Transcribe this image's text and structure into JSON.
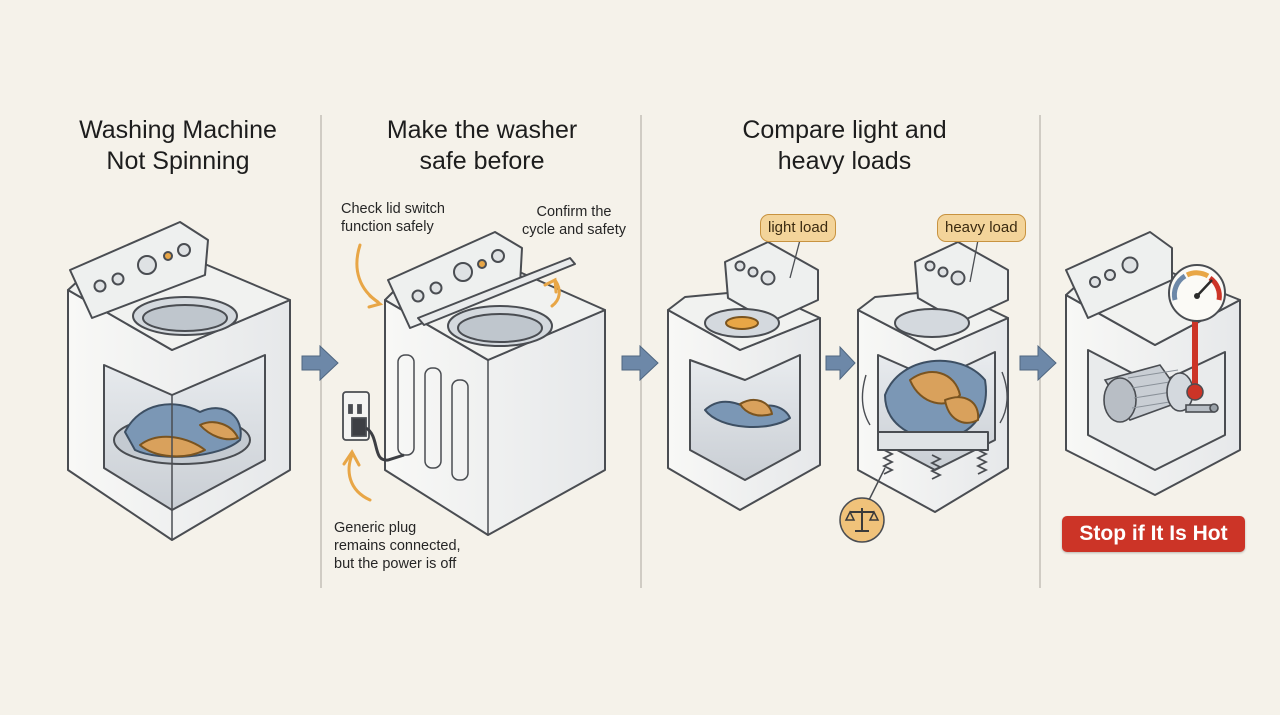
{
  "titles": {
    "panel1": [
      "Washing Machine",
      "Not Spinning"
    ],
    "panel2": [
      "Make the washer",
      "safe before"
    ],
    "panel3": [
      "Compare light and",
      "heavy loads"
    ]
  },
  "notes": {
    "lid_switch": [
      "Check lid switch",
      "function safely"
    ],
    "confirm_cycle": [
      "Confirm the",
      "cycle and safety"
    ],
    "plug": [
      "Generic plug",
      "remains connected,",
      "but the power is off"
    ]
  },
  "labels": {
    "light_load": "light load",
    "heavy_load": "heavy load"
  },
  "stop_button": "Stop if It Is Hot",
  "icons": [
    "right-arrow-icon",
    "power-outlet-icon",
    "balance-scale-icon",
    "temperature-gauge-icon",
    "motor-icon"
  ],
  "colors": {
    "background": "#f5f2ea",
    "accent_orange": "#e8a646",
    "arrow_blue": "#6d88a8",
    "stop_red": "#cc3427",
    "load_blue": "#7b97b5",
    "load_tan": "#d9a15c"
  }
}
